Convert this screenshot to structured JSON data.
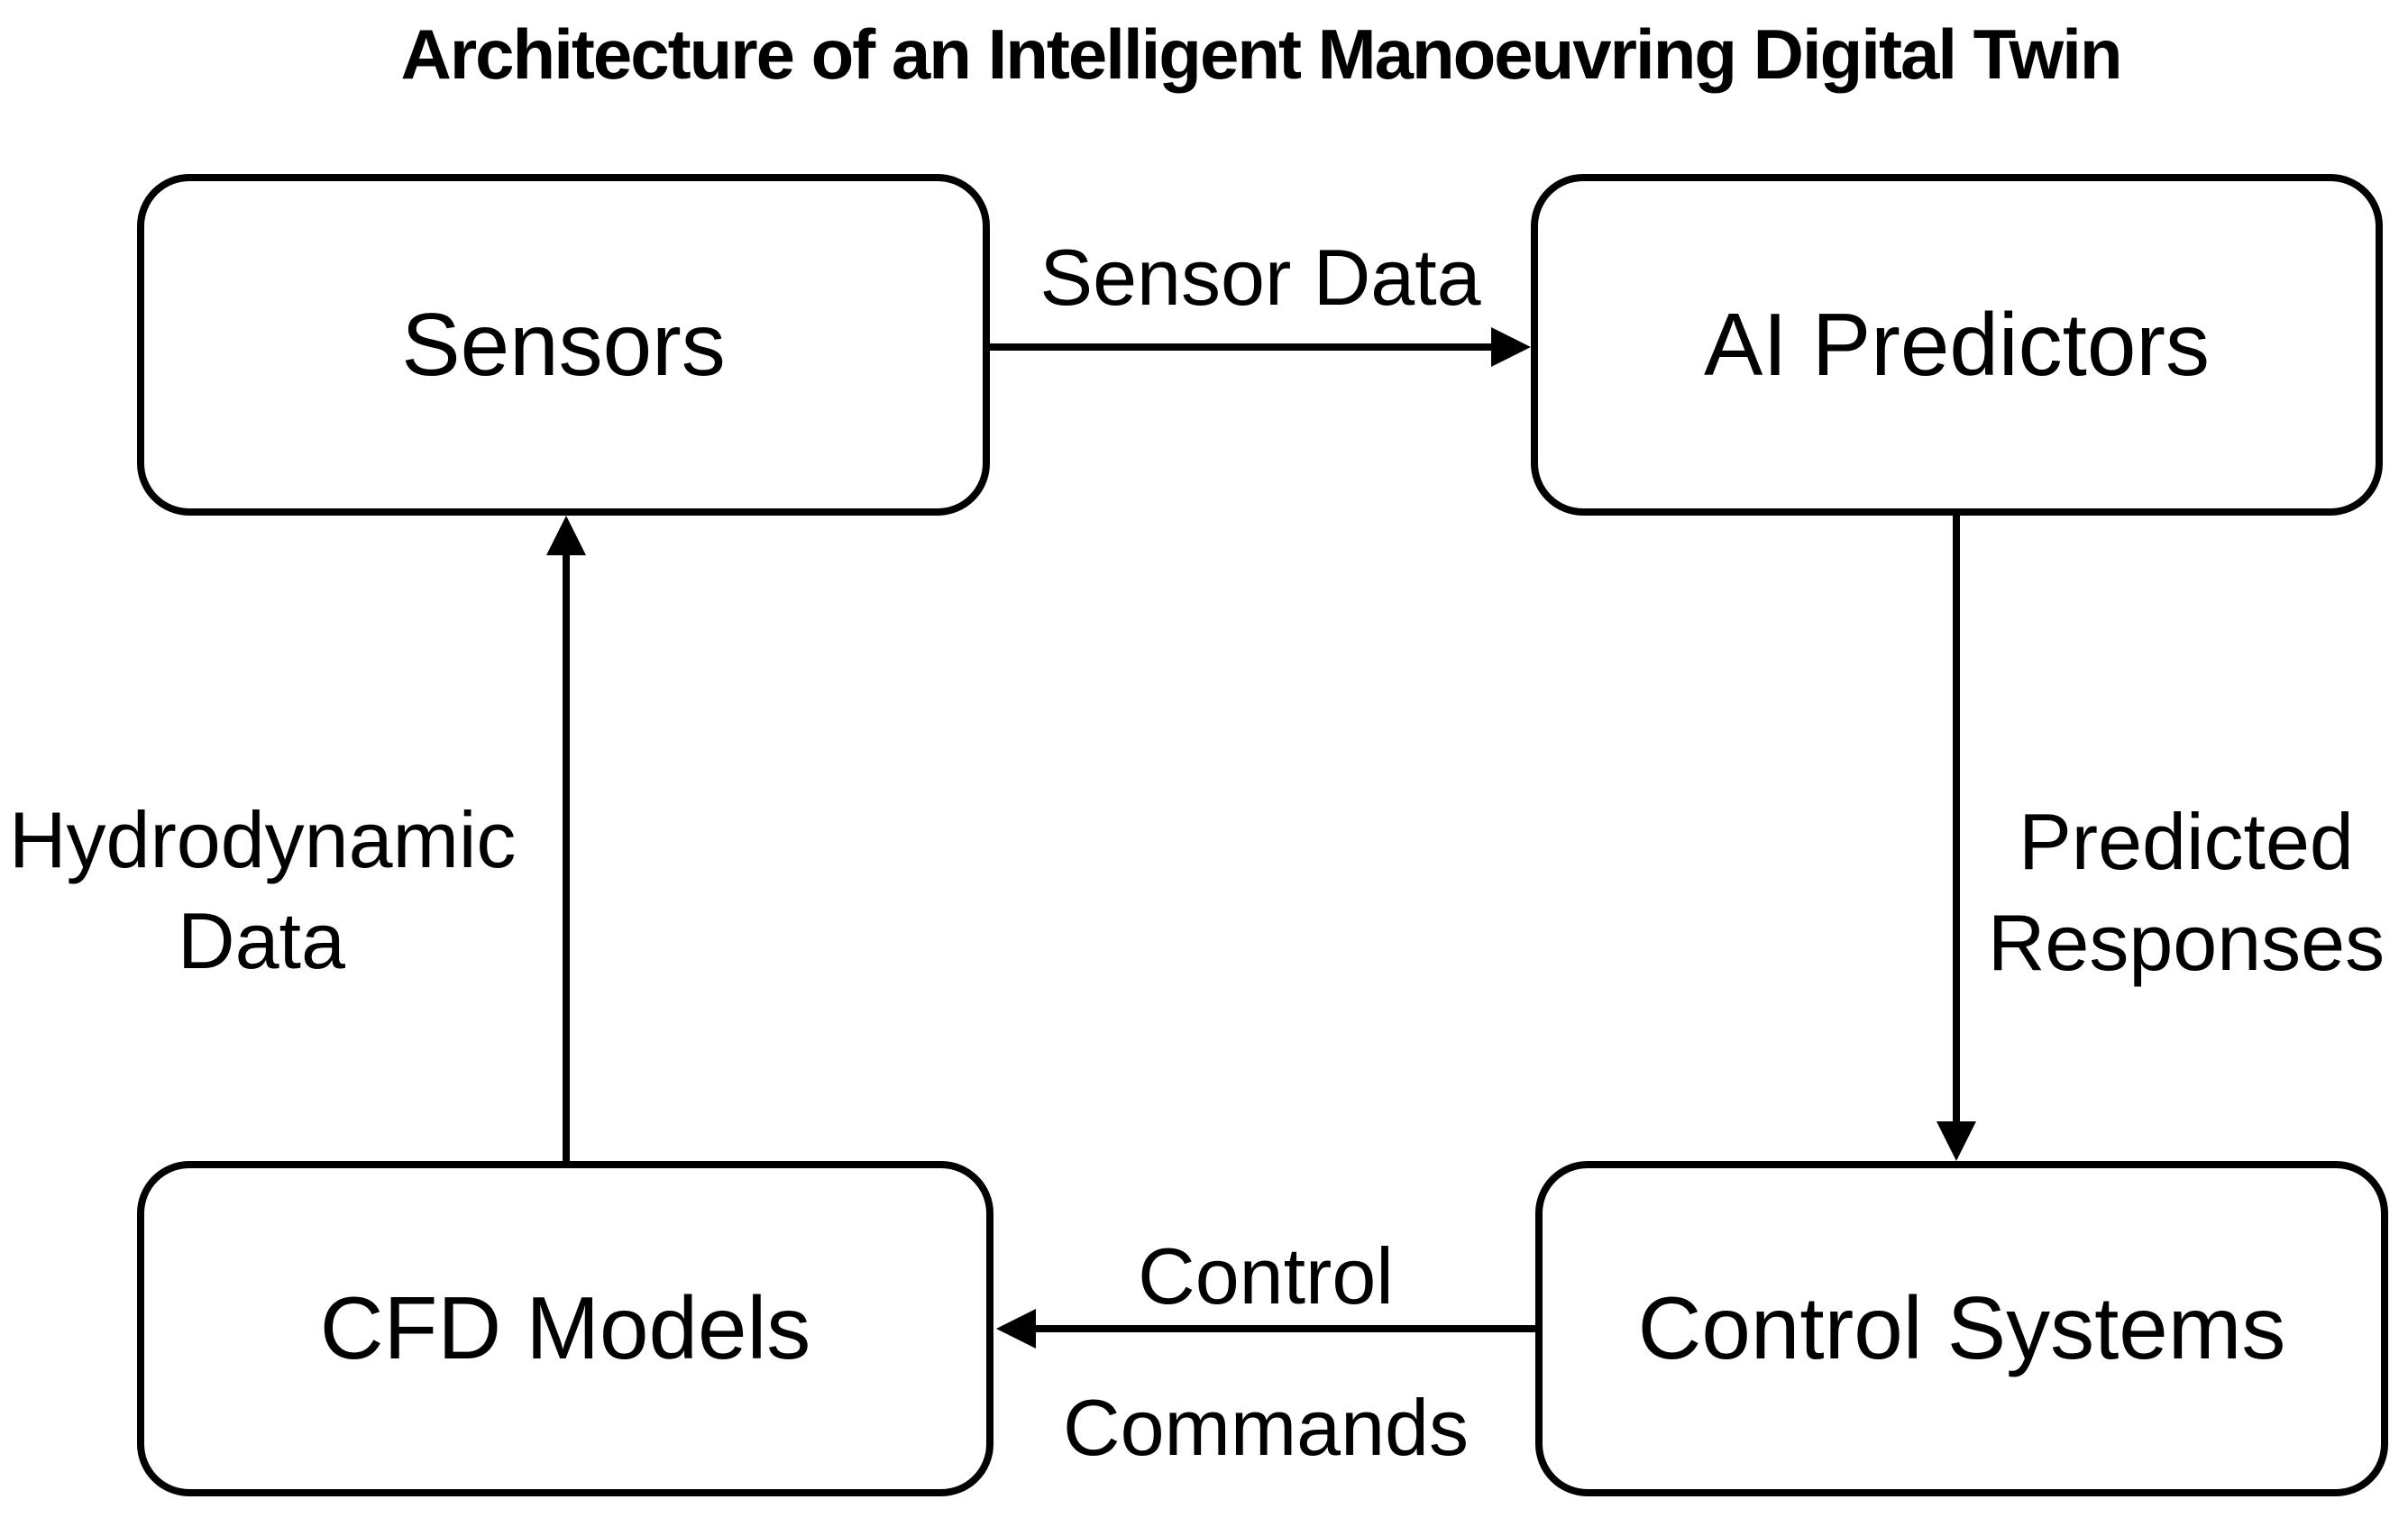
{
  "title": "Architecture of an Intelligent Manoeuvring Digital Twin",
  "colors": {
    "background": "#ffffff",
    "stroke": "#000000",
    "text": "#000000"
  },
  "nodes": {
    "sensors": {
      "label": "Sensors"
    },
    "ai_predictors": {
      "label": "AI Predictors"
    },
    "cfd_models": {
      "label": "CFD Models"
    },
    "control_systems": {
      "label": "Control Systems"
    }
  },
  "edges": {
    "sensor_data": {
      "from": "sensors",
      "to": "ai_predictors",
      "direction": "right",
      "label": "Sensor Data"
    },
    "predicted_responses": {
      "from": "ai_predictors",
      "to": "control_systems",
      "direction": "down",
      "label_line1": "Predicted",
      "label_line2": "Responses"
    },
    "control_commands": {
      "from": "control_systems",
      "to": "cfd_models",
      "direction": "left",
      "label_line1": "Control",
      "label_line2": "Commands"
    },
    "hydrodynamic_data": {
      "from": "cfd_models",
      "to": "sensors",
      "direction": "up",
      "label_line1": "Hydrodynamic",
      "label_line2": "Data"
    }
  }
}
